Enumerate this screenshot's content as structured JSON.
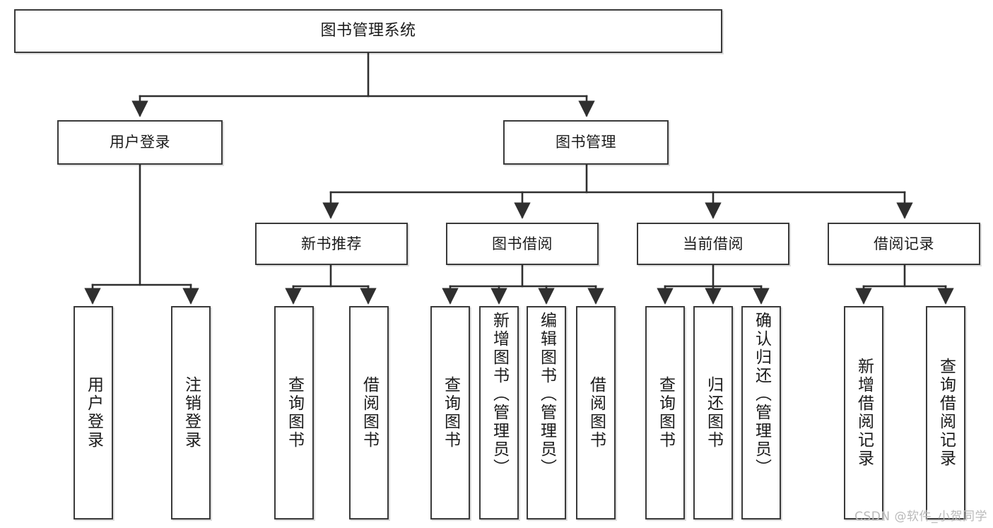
{
  "diagram": {
    "title": "图书管理系统",
    "watermark": "CSDN @软件_小贺同学",
    "colors": {
      "node_border": "#3a3a3a",
      "node_fill": "#ffffff",
      "connector": "#2f2f2f",
      "text": "#1b1b1b",
      "watermark": "#b9b9b9"
    },
    "root": {
      "label": "图书管理系统"
    },
    "level2": [
      {
        "label": "用户登录"
      },
      {
        "label": "图书管理"
      }
    ],
    "level3": [
      {
        "label": "新书推荐"
      },
      {
        "label": "图书借阅"
      },
      {
        "label": "当前借阅"
      },
      {
        "label": "借阅记录"
      }
    ],
    "leaves": {
      "user_login": [
        {
          "label": "用户登录"
        },
        {
          "label": "注销登录"
        }
      ],
      "new_book_recommend": [
        {
          "label": "查询图书"
        },
        {
          "label": "借阅图书"
        }
      ],
      "book_borrow": [
        {
          "label": "查询图书"
        },
        {
          "label": "新增图书（管理员）"
        },
        {
          "label": "编辑图书（管理员）"
        },
        {
          "label": "借阅图书"
        }
      ],
      "current_borrow": [
        {
          "label": "查询图书"
        },
        {
          "label": "归还图书"
        },
        {
          "label": "确认归还（管理员）"
        }
      ],
      "borrow_record": [
        {
          "label": "新增借阅记录"
        },
        {
          "label": "查询借阅记录"
        }
      ]
    }
  }
}
